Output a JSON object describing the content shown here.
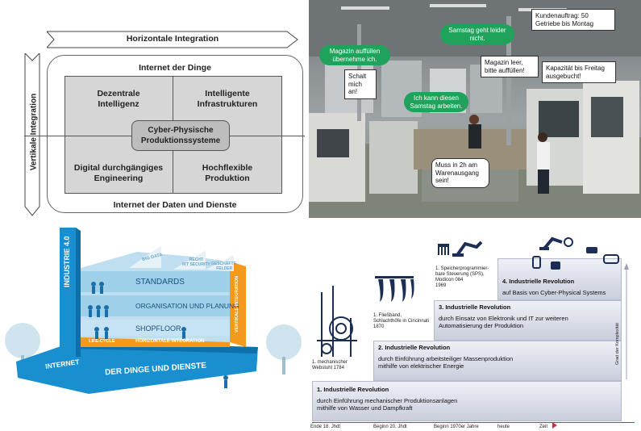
{
  "cps_diagram": {
    "horizontal_integration": "Horizontale Integration",
    "vertical_integration": "Vertikale Integration",
    "internet_things": "Internet der Dinge",
    "internet_data": "Internet der Daten und Dienste",
    "quad_tl": [
      "Dezentrale",
      "Intelligenz"
    ],
    "quad_tr": [
      "Intelligente",
      "Infrastrukturen"
    ],
    "quad_bl": [
      "Digital durchgängiges",
      "Engineering"
    ],
    "quad_br": [
      "Hochflexible",
      "Produktion"
    ],
    "center": [
      "Cyber-Physische",
      "Produktionssysteme"
    ]
  },
  "factory_photo": {
    "bubbles": {
      "customer_order": [
        "Kundenauftrag: 50",
        "Getriebe bis Montag"
      ],
      "saturday_no": [
        "Samstag geht leider",
        "nicht."
      ],
      "magazine_take": [
        "Magazin auffüllen",
        "übernehme ich."
      ],
      "magazine_empty": [
        "Magazin leer,",
        "bitte auffüllen!"
      ],
      "capacity": [
        "Kapazität bis Freitag",
        "ausgebucht!"
      ],
      "switch_on": [
        "Schalt",
        "mich an!"
      ],
      "can_work": [
        "Ich kann diesen",
        "Samstag arbeiten."
      ],
      "must_ship": [
        "Muss in 2h am",
        "Warenausgang",
        "sein!"
      ]
    }
  },
  "industrie40": {
    "tower_label": "Industrie 4.0",
    "standards": "Standards",
    "organisation": "Organisation und Planung",
    "shopfloor": "Shopfloor",
    "life_cycle": "Life-Cycle",
    "horizontal": "Horizontale Integration",
    "vertical": "Vertikale Integration",
    "internet_line1": "Internet",
    "internet_line2": "der Dinge und Dienste",
    "roof_big_data": "Big Data",
    "roof_recht": [
      "Recht",
      "IKT Security"
    ],
    "roof_geschaefts": [
      "Geschäfts-",
      "felder"
    ],
    "accent_blue": "#1a8fd0",
    "accent_orange": "#f39a1e"
  },
  "revolutions": {
    "steps": [
      {
        "title": "1. Industrielle Revolution",
        "desc": [
          "durch Einführung mechanischer Produktionsanlagen",
          "mithilfe von Wasser und Dampfkraft"
        ]
      },
      {
        "title": "2. Industrielle Revolution",
        "desc": [
          "durch Einführung arbeitsteiliger Massenproduktion",
          "mithilfe von elektrischer Energie"
        ]
      },
      {
        "title": "3. Industrielle Revolution",
        "desc": [
          "durch Einsatz von Elektronik und IT zur weiteren",
          "Automatisierung der Produktion"
        ]
      },
      {
        "title": "4. Industrielle Revolution",
        "desc": [
          "auf Basis von Cyber-Physical Systems"
        ]
      }
    ],
    "captions": {
      "webstuhl": [
        "1. mechanischer",
        "Webstuhl 1784"
      ],
      "fliessband": [
        "1. Fließband,",
        "Schlachthöfe in Cincinnati",
        "1870"
      ],
      "sps": [
        "1. Speicherprogrammier-",
        "bare Steuerung (SPS),",
        "Modicon 084",
        "1969"
      ]
    },
    "axis": "Grad der Komplexität",
    "timeline": [
      "Ende 18. Jhdt",
      "Beginn 20. Jhdt",
      "Beginn 1970er Jahre",
      "heute",
      "Zeit"
    ]
  }
}
